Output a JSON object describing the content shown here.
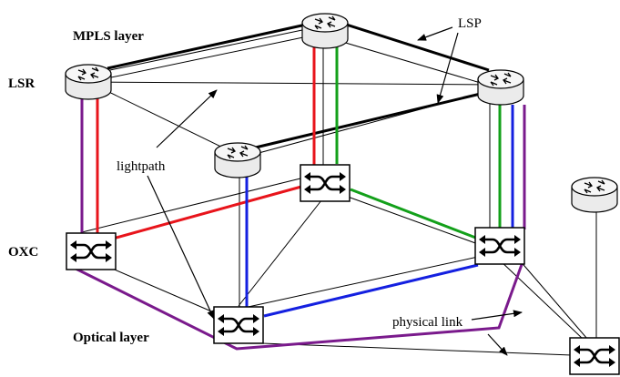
{
  "labels": {
    "mpls_layer": "MPLS layer",
    "lsr": "LSR",
    "oxc": "OXC",
    "optical_layer": "Optical layer",
    "lsp": "LSP",
    "lightpath": "lightpath",
    "physical_link": "physical link"
  },
  "colors": {
    "lightpath_red": "#e8141b",
    "lightpath_green": "#13a01a",
    "lightpath_blue": "#1420e0",
    "lightpath_purple": "#7a1a8c",
    "link": "#000000",
    "router_fill": "#e8e8e8"
  },
  "icons": {
    "router": "router-icon",
    "oxc": "oxc-switch-icon"
  }
}
